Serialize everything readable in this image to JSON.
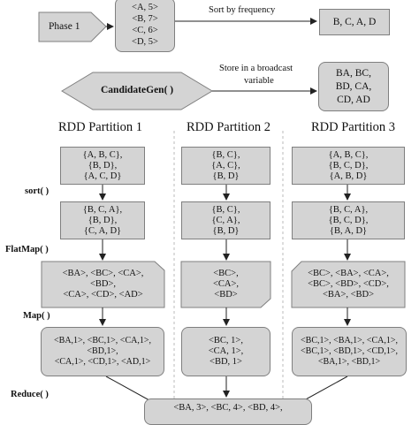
{
  "phase1": {
    "label": "Phase 1",
    "candidates": [
      "<A, 5>",
      "<B, 7>",
      "<C, 6>",
      "<D, 5>"
    ],
    "sort_note": "Sort by frequency",
    "sorted": "B, C, A, D"
  },
  "candidate_gen": {
    "label": "CandidateGen( )",
    "store_note_line1": "Store in a broadcast",
    "store_note_line2": "variable",
    "broadcast": [
      "BA, BC,",
      "BD, CA,",
      "CD, AD"
    ]
  },
  "steps": {
    "sort": "sort( )",
    "flatmap": "FlatMap( )",
    "map": "Map( )",
    "reduce": "Reduce( )"
  },
  "partitions": [
    {
      "title": "RDD Partition 1",
      "input": [
        "{A, B, C},",
        "{B, D},",
        "{A, C, D}"
      ],
      "sorted": [
        "{B, C, A},",
        "{B, D},",
        "{C, A, D}"
      ],
      "flatmap": [
        "<BA>, <BC>, <CA>,",
        "<BD>,",
        "<CA>, <CD>, <AD>"
      ],
      "map": [
        "<BA,1>, <BC,1>, <CA,1>,",
        "<BD,1>,",
        "<CA,1>, <CD,1>, <AD,1>"
      ]
    },
    {
      "title": "RDD Partition 2",
      "input": [
        "{B, C},",
        "{A, C},",
        "{B, D}"
      ],
      "sorted": [
        "{B, C},",
        "{C, A},",
        "{B, D}"
      ],
      "flatmap": [
        "<BC>,",
        "<CA>,",
        "<BD>"
      ],
      "map": [
        "<BC, 1>,",
        "<CA, 1>,",
        "<BD, 1>"
      ]
    },
    {
      "title": "RDD Partition 3",
      "input": [
        "{A, B, C},",
        "{B, C, D},",
        "{A, B, D}"
      ],
      "sorted": [
        "{B, C, A},",
        "{B, C, D},",
        "{B, A, D}"
      ],
      "flatmap": [
        "<BC>, <BA>, <CA>,",
        "<BC>, <BD>, <CD>,",
        "<BA>, <BD>"
      ],
      "map": [
        "<BC,1>, <BA,1>, <CA,1>,",
        "<BC,1>, <BD,1>, <CD,1>,",
        "<BA,1>, <BD,1>"
      ]
    }
  ],
  "reduce_result": [
    "<BA, 3>, <BC, 4>, <BD, 4>,"
  ],
  "colors": {
    "box_fill": "#d4d4d4",
    "box_stroke": "#7f7f7f",
    "arrow": "#222222",
    "divider": "#bbbbbb"
  }
}
